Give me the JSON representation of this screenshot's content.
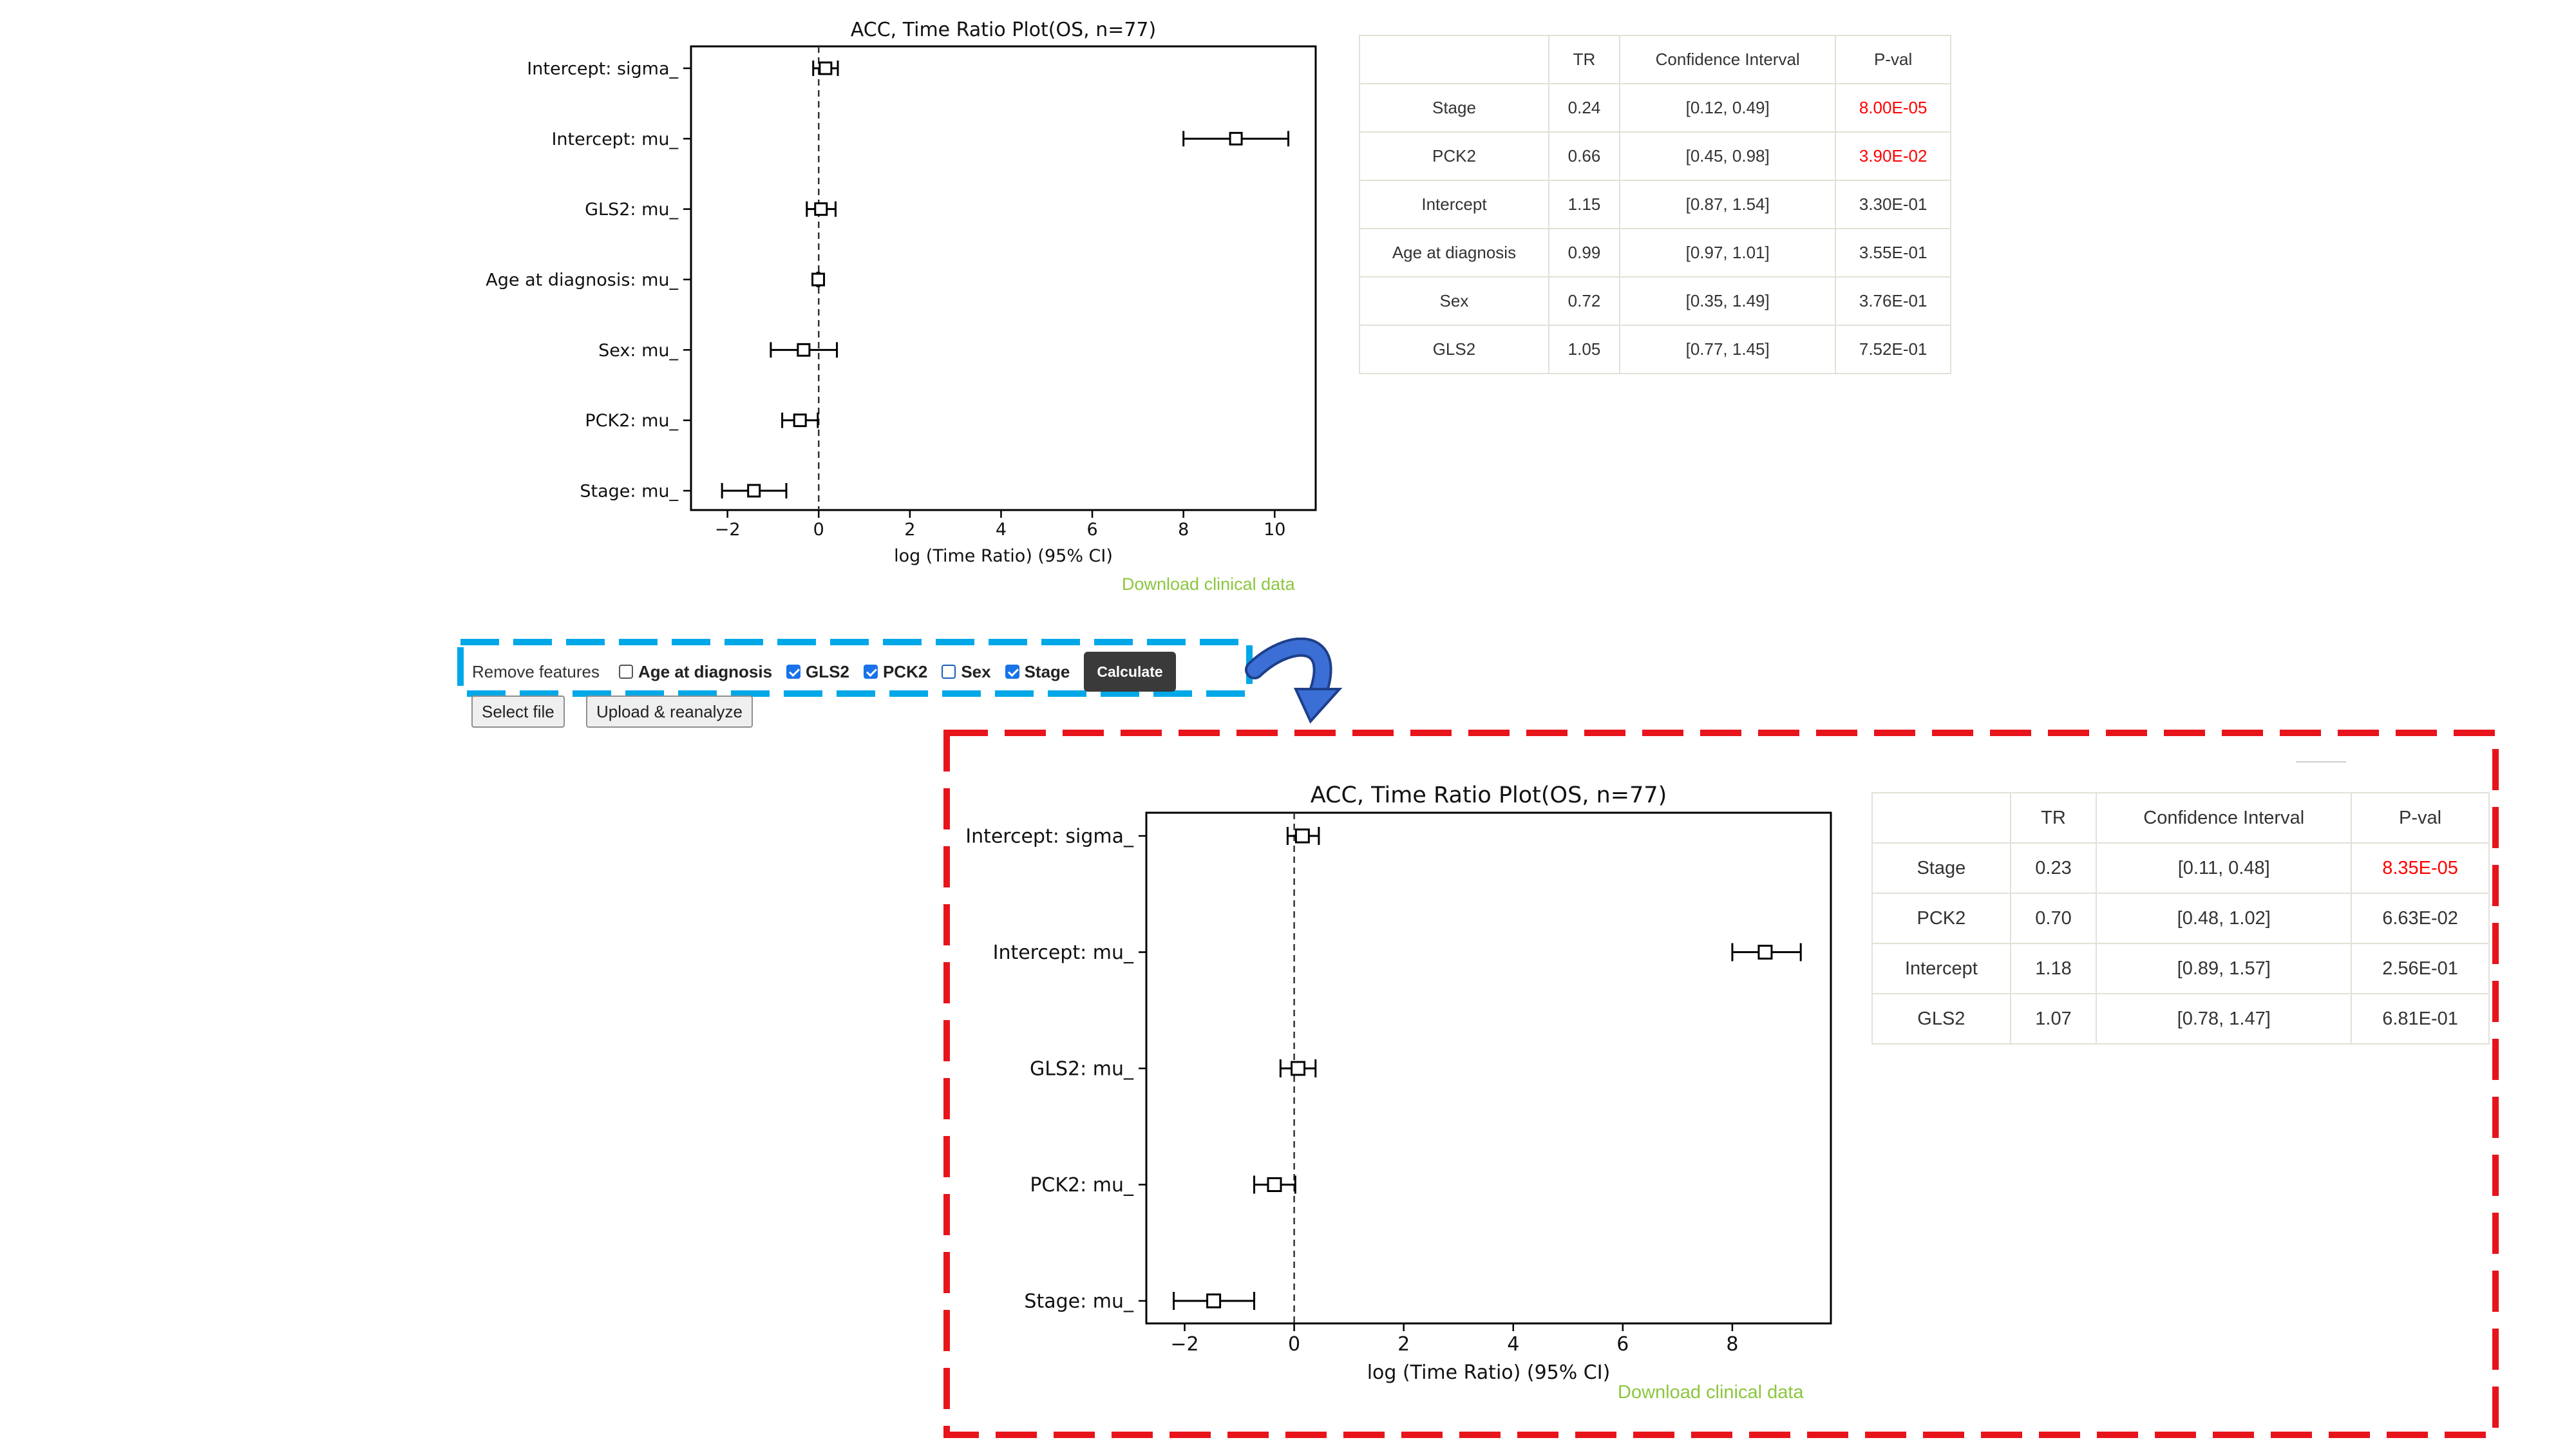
{
  "top_plot": {
    "title": "ACC, Time Ratio Plot(OS, n=77)",
    "xlabel": "log (Time Ratio) (95% CI)"
  },
  "bottom_plot": {
    "title": "ACC, Time Ratio Plot(OS, n=77)",
    "xlabel": "log (Time Ratio) (95% CI)"
  },
  "chart_data": [
    {
      "type": "scatter",
      "title": "ACC, Time Ratio Plot(OS, n=77)",
      "xlabel": "log (Time Ratio) (95% CI)",
      "ylabel": "",
      "xlim": [
        -2.8,
        10.9
      ],
      "xticks": [
        -2,
        0,
        2,
        4,
        6,
        8,
        10
      ],
      "xtick_labels": [
        "−2",
        "0",
        "2",
        "4",
        "6",
        "8",
        "10"
      ],
      "reference_line": 0,
      "categories": [
        "Intercept: sigma_",
        "Intercept: mu_",
        "GLS2: mu_",
        "Age at diagnosis: mu_",
        "Sex: mu_",
        "PCK2: mu_",
        "Stage: mu_"
      ],
      "estimate": [
        0.15,
        9.15,
        0.05,
        -0.01,
        -0.33,
        -0.41,
        -1.42
      ],
      "ci_low": [
        -0.12,
        8.0,
        -0.26,
        -0.03,
        -1.05,
        -0.8,
        -2.12
      ],
      "ci_high": [
        0.42,
        10.3,
        0.37,
        0.01,
        0.4,
        -0.02,
        -0.71
      ]
    },
    {
      "type": "scatter",
      "title": "ACC, Time Ratio Plot(OS, n=77)",
      "xlabel": "log (Time Ratio) (95% CI)",
      "ylabel": "",
      "xlim": [
        -2.7,
        9.8
      ],
      "xticks": [
        -2,
        0,
        2,
        4,
        6,
        8
      ],
      "xtick_labels": [
        "−2",
        "0",
        "2",
        "4",
        "6",
        "8"
      ],
      "reference_line": 0,
      "categories": [
        "Intercept: sigma_",
        "Intercept: mu_",
        "GLS2: mu_",
        "PCK2: mu_",
        "Stage: mu_"
      ],
      "estimate": [
        0.15,
        8.6,
        0.07,
        -0.36,
        -1.47
      ],
      "ci_low": [
        -0.12,
        8.0,
        -0.25,
        -0.73,
        -2.2
      ],
      "ci_high": [
        0.45,
        9.25,
        0.39,
        0.02,
        -0.73
      ]
    }
  ],
  "top_table": {
    "headers": [
      "",
      "TR",
      "Confidence Interval",
      "P-val"
    ],
    "rows": [
      {
        "name": "Stage",
        "tr": "0.24",
        "ci": "[0.12, 0.49]",
        "p": "8.00E-05",
        "sig": true
      },
      {
        "name": "PCK2",
        "tr": "0.66",
        "ci": "[0.45, 0.98]",
        "p": "3.90E-02",
        "sig": true
      },
      {
        "name": "Intercept",
        "tr": "1.15",
        "ci": "[0.87, 1.54]",
        "p": "3.30E-01",
        "sig": false
      },
      {
        "name": "Age at diagnosis",
        "tr": "0.99",
        "ci": "[0.97, 1.01]",
        "p": "3.55E-01",
        "sig": false
      },
      {
        "name": "Sex",
        "tr": "0.72",
        "ci": "[0.35, 1.49]",
        "p": "3.76E-01",
        "sig": false
      },
      {
        "name": "GLS2",
        "tr": "1.05",
        "ci": "[0.77, 1.45]",
        "p": "7.52E-01",
        "sig": false
      }
    ]
  },
  "bottom_table": {
    "headers": [
      "",
      "TR",
      "Confidence Interval",
      "P-val"
    ],
    "rows": [
      {
        "name": "Stage",
        "tr": "0.23",
        "ci": "[0.11, 0.48]",
        "p": "8.35E-05",
        "sig": true
      },
      {
        "name": "PCK2",
        "tr": "0.70",
        "ci": "[0.48, 1.02]",
        "p": "6.63E-02",
        "sig": false
      },
      {
        "name": "Intercept",
        "tr": "1.18",
        "ci": "[0.89, 1.57]",
        "p": "2.56E-01",
        "sig": false
      },
      {
        "name": "GLS2",
        "tr": "1.07",
        "ci": "[0.78, 1.47]",
        "p": "6.81E-01",
        "sig": false
      }
    ]
  },
  "download_top": "Download clinical data",
  "download_bottom": "Download clinical data",
  "controls": {
    "remove_label": "Remove features",
    "options": [
      {
        "label": "Age at diagnosis",
        "checked": false
      },
      {
        "label": "GLS2",
        "checked": true
      },
      {
        "label": "PCK2",
        "checked": true
      },
      {
        "label": "Sex",
        "checked": false
      },
      {
        "label": "Stage",
        "checked": true
      }
    ],
    "calculate": "Calculate",
    "select_file": "Select file",
    "upload": "Upload & reanalyze"
  },
  "colors": {
    "annotation_blue": "#00a8e8",
    "annotation_red": "#e8141b",
    "arrow": "#2f5ec4",
    "link_green": "#8cc63f",
    "significant_red": "#ff0000",
    "calculate_bg": "#3a3a3a"
  }
}
